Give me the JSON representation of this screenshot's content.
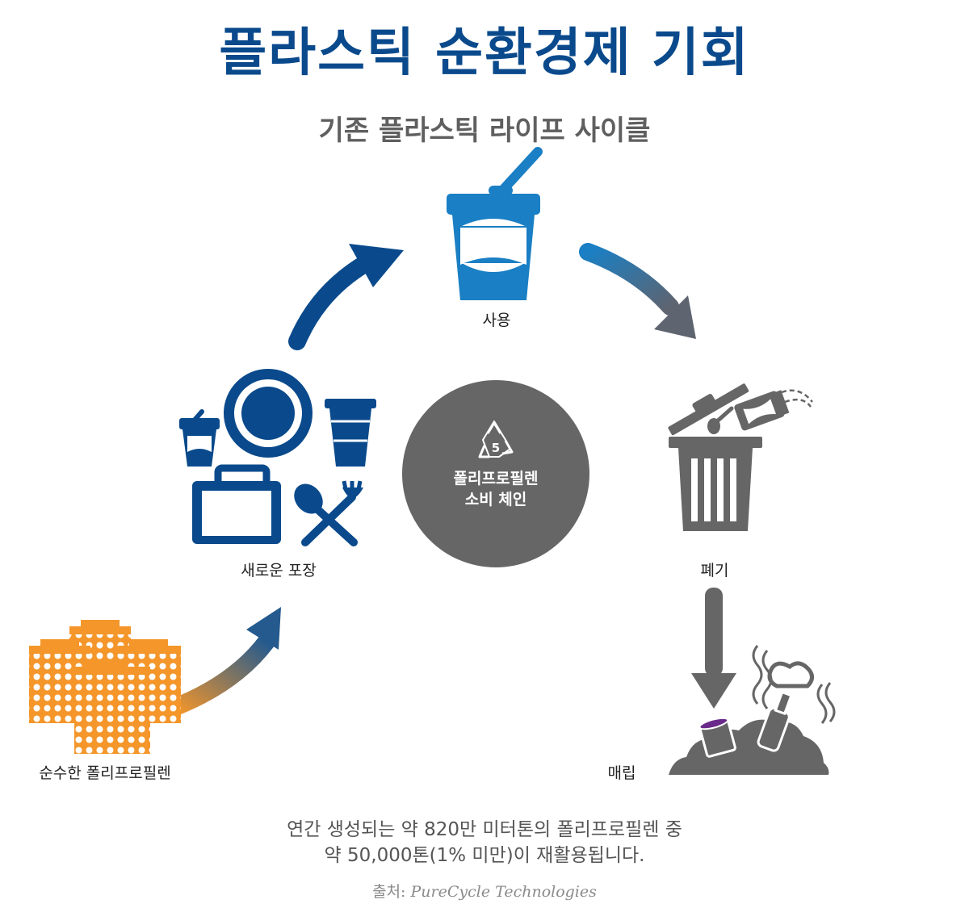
{
  "title": "플라스틱 순환경제 기회",
  "subtitle": "기존 플라스틱 라이프 사이클",
  "stages": {
    "use": "사용",
    "new_packaging": "새로운 포장",
    "disposal": "폐기",
    "landfill": "매립",
    "virgin": "순수한 폴리프로필렌"
  },
  "center": {
    "recycle_code": "5",
    "line1": "폴리프로필렌",
    "line2": "소비 체인"
  },
  "footer": {
    "line1": "연간 생성되는 약 820만 미터톤의 폴리프로필렌 중",
    "line2": "약 50,000톤(1% 미만)이 재활용됩니다."
  },
  "source": {
    "prefix": "출처:",
    "name": "PureCycle Technologies"
  },
  "colors": {
    "title": "#0a4a8c",
    "navy": "#0a4a8c",
    "blue": "#1a7fc4",
    "gray": "#666666",
    "orange": "#f4962a",
    "purple": "#6a2a8a"
  }
}
